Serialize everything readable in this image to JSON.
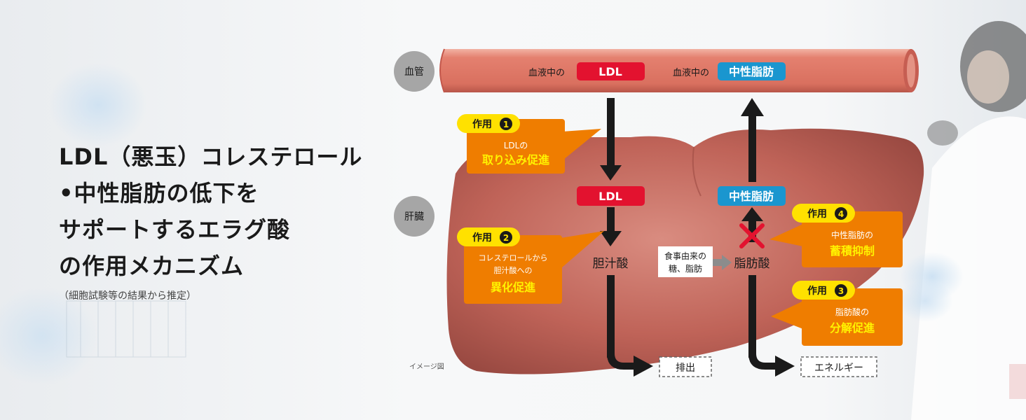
{
  "headline": {
    "line1": "LDL（悪玉）コレステロール",
    "line2": "•中性脂肪の低下を",
    "line3": "サポートするエラグ酸",
    "line4": "の作用メカニズム"
  },
  "subnote": "（細胞試験等の結果から推定）",
  "image_note": "イメージ図",
  "diagram": {
    "blood_vessel_label": "血管",
    "liver_label": "肝臓",
    "vessel_text_1": "血液中の",
    "vessel_ldl": "LDL",
    "vessel_text_2": "血液中の",
    "vessel_tg": "中性脂肪",
    "liver_ldl": "LDL",
    "liver_tg": "中性脂肪",
    "bile_acid": "胆汁酸",
    "fatty_acid": "脂肪酸",
    "diet_line1": "食事由来の",
    "diet_line2": "糖、脂肪",
    "excretion": "排出",
    "energy": "エネルギー",
    "actions": [
      {
        "tag": "作用",
        "num": "1",
        "line1": "LDLの",
        "line2": "取り込み促進"
      },
      {
        "tag": "作用",
        "num": "2",
        "line1": "コレステロールから",
        "line1b": "胆汁酸への",
        "line2": "異化促進"
      },
      {
        "tag": "作用",
        "num": "3",
        "line1": "脂肪酸の",
        "line2": "分解促進"
      },
      {
        "tag": "作用",
        "num": "4",
        "line1": "中性脂肪の",
        "line2": "蓄積抑制"
      }
    ]
  },
  "colors": {
    "vessel": "#e0796a",
    "liver": "#b85a50",
    "ldl_red": "#e3122f",
    "tg_blue": "#1a96cf",
    "action_orange": "#ef7d00",
    "tag_yellow": "#ffe100",
    "highlight_yellow": "#fff200",
    "gray_circle": "#a6a6a6"
  }
}
